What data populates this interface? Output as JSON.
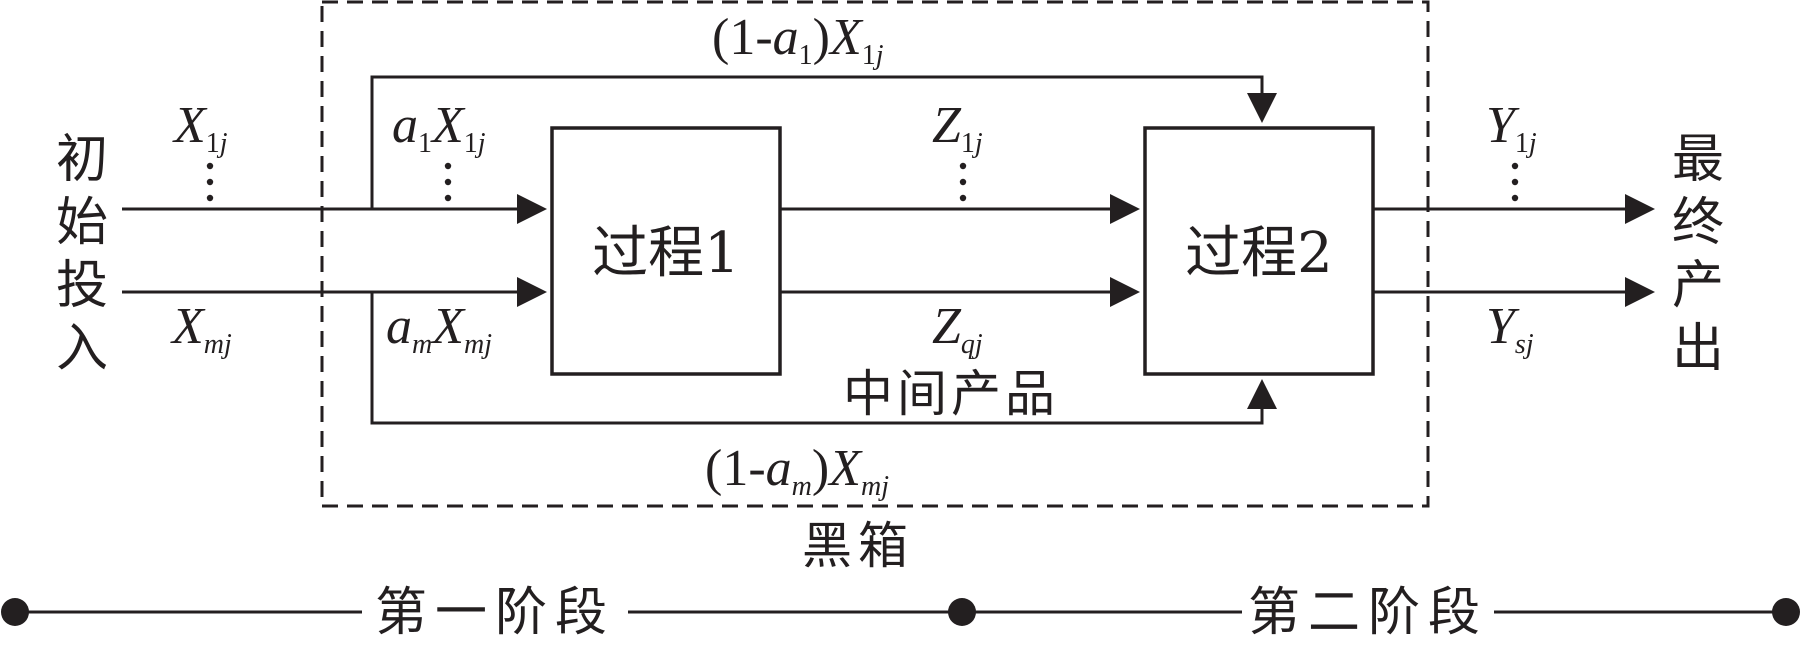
{
  "diagram": {
    "blackbox_label": "黑箱",
    "input_label": "初始投入",
    "output_label": "最终产出",
    "intermediate_label": "中间产品",
    "process1_label": "过程1",
    "process2_label": "过程2",
    "stage1_label": "第一阶段",
    "stage2_label": "第二阶段",
    "symbols": {
      "X": "X",
      "Y": "Y",
      "Z": "Z",
      "a": "a",
      "one": "1",
      "j": "j",
      "m": "m",
      "q": "q",
      "s": "s",
      "open_one_minus": "(1-",
      "close_paren": ")",
      "one_j": "1j",
      "mj": "mj",
      "qj": "qj",
      "sj": "sj"
    },
    "colors": {
      "ink": "#231f20",
      "background": "#ffffff"
    }
  }
}
